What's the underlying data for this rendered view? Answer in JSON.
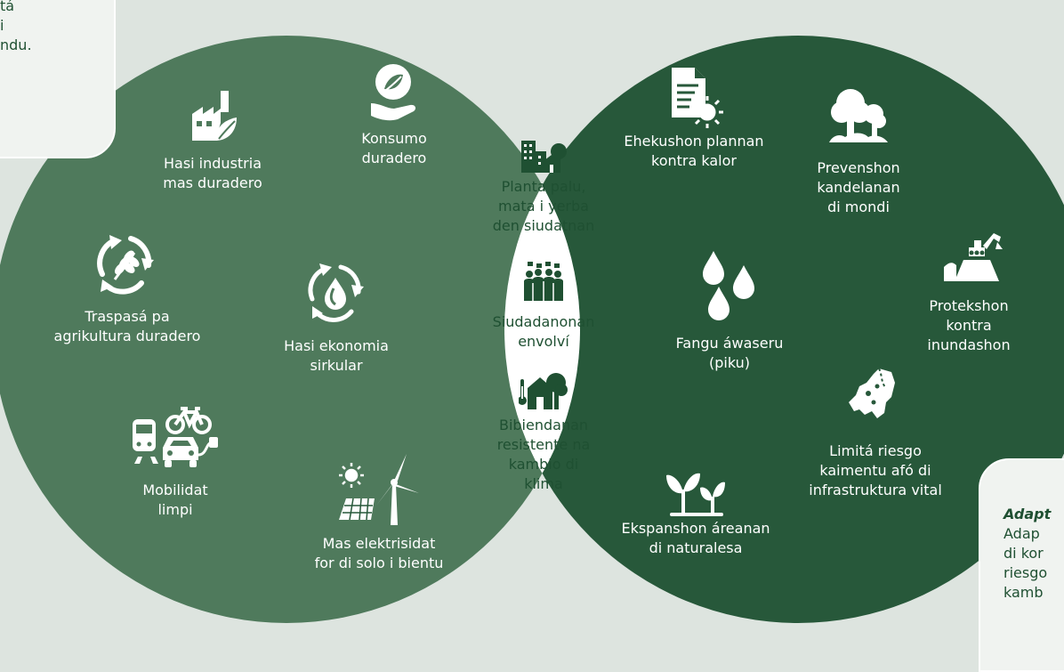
{
  "colors": {
    "background": "#dde4df",
    "left_circle": "#4f7a5c",
    "right_circle": "#27583a",
    "overlap": "#ffffff",
    "overlap_text": "#1f5032",
    "icon_light": "#ffffff"
  },
  "note_left": {
    "text": "n\ntá\ni\nndu."
  },
  "note_right": {
    "title": "Adapt",
    "text": "Adap\ndi kor\nriesgo\nkamb"
  },
  "mitigation": [
    {
      "id": "industria",
      "label": "Hasi industria\nmas duradero",
      "icon": "factory-leaf-icon"
    },
    {
      "id": "konsumo",
      "label": "Konsumo\nduradero",
      "icon": "hand-leaf-icon"
    },
    {
      "id": "agrikultura",
      "label": "Traspasá pa\nagrikultura duradero",
      "icon": "wheat-recycle-icon"
    },
    {
      "id": "ekonomia",
      "label": "Hasi ekonomia\nsirkular",
      "icon": "water-recycle-icon"
    },
    {
      "id": "mobilidat",
      "label": "Mobilidat\nlimpi",
      "icon": "train-bike-car-icon"
    },
    {
      "id": "elektrisidat",
      "label": "Mas elektrisidat\nfor di solo i bientu",
      "icon": "solar-wind-icon"
    }
  ],
  "overlap": [
    {
      "id": "planta",
      "label": "Planta palu,\nmata i yerba\nden siudatnan",
      "icon": "city-tree-icon"
    },
    {
      "id": "siudadanonan",
      "label": "Siudadanonan\nenvolví",
      "icon": "people-group-icon"
    },
    {
      "id": "bibiendanan",
      "label": "Bibiendanan\nresistente na\nkambio di\nklima",
      "icon": "house-thermometer-icon"
    }
  ],
  "adaptation": [
    {
      "id": "ehekushon",
      "label": "Ehekushon plannan\nkontra kalor",
      "icon": "document-sun-icon"
    },
    {
      "id": "prevenshon",
      "label": "Prevenshon\nkandelanan\ndi mondi",
      "icon": "forest-icon"
    },
    {
      "id": "protekshon",
      "label": "Protekshon kontra\ninundashon",
      "icon": "dike-excavator-icon"
    },
    {
      "id": "fangu",
      "label": "Fangu áwaseru\n(piku)",
      "icon": "water-drops-icon"
    },
    {
      "id": "limita",
      "label": "Limitá riesgo\nkaimentu afó di\ninfrastruktura vital",
      "icon": "map-icon"
    },
    {
      "id": "ekspanshon",
      "label": "Ekspanshon áreanan\ndi naturalesa",
      "icon": "sprouts-icon"
    }
  ]
}
